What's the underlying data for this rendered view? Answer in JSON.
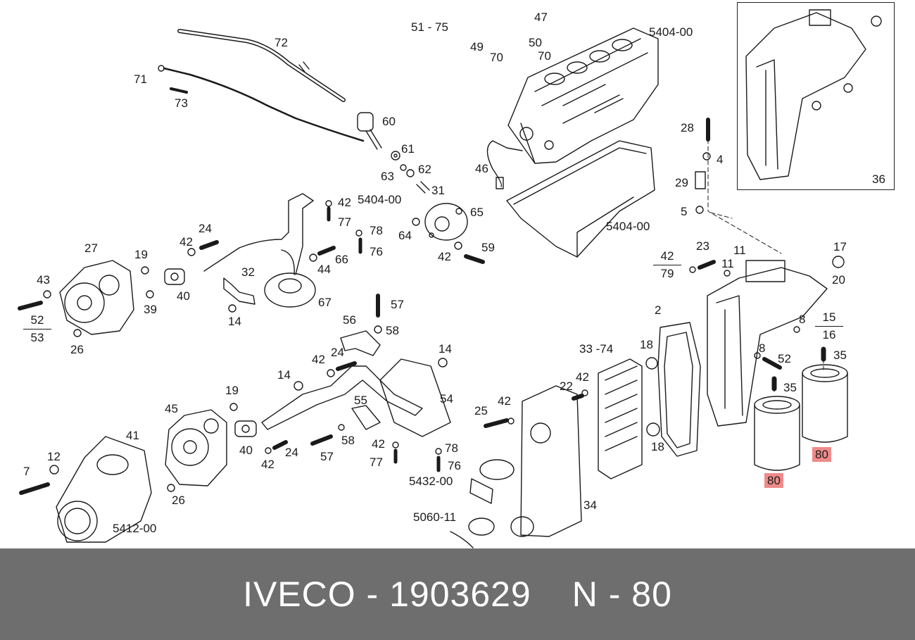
{
  "callouts": [
    {
      "id": "c1",
      "text": "51 - 75"
    },
    {
      "id": "c2",
      "text": "47"
    },
    {
      "id": "c3",
      "text": "49"
    },
    {
      "id": "c4",
      "text": "70"
    },
    {
      "id": "c5",
      "text": "50"
    },
    {
      "id": "c6",
      "text": "70"
    },
    {
      "id": "c7",
      "text": "5404-00"
    },
    {
      "id": "c8",
      "text": "72"
    },
    {
      "id": "c9",
      "text": "71"
    },
    {
      "id": "c10",
      "text": "73"
    },
    {
      "id": "c11",
      "text": "60"
    },
    {
      "id": "c12",
      "text": "61"
    },
    {
      "id": "c13",
      "text": "63"
    },
    {
      "id": "c14",
      "text": "62"
    },
    {
      "id": "c15",
      "text": "46"
    },
    {
      "id": "c16",
      "text": "31"
    },
    {
      "id": "c17",
      "text": "5404-00"
    },
    {
      "id": "c18",
      "text": "65"
    },
    {
      "id": "c19",
      "text": "64"
    },
    {
      "id": "c20",
      "text": "42"
    },
    {
      "id": "c21",
      "text": "59"
    },
    {
      "id": "c22",
      "text": "5404-00"
    },
    {
      "id": "c23",
      "text": "28"
    },
    {
      "id": "c24",
      "text": "4"
    },
    {
      "id": "c25",
      "text": "29"
    },
    {
      "id": "c26",
      "text": "5"
    },
    {
      "id": "c27",
      "text": "36"
    },
    {
      "id": "c28",
      "text": "42"
    },
    {
      "id": "c29",
      "text": "77"
    },
    {
      "id": "c30",
      "text": "78"
    },
    {
      "id": "c31",
      "text": "76"
    },
    {
      "id": "c32",
      "text": "66"
    },
    {
      "id": "c33",
      "text": "44"
    },
    {
      "id": "c34",
      "text": "24"
    },
    {
      "id": "c35",
      "text": "42"
    },
    {
      "id": "c36",
      "text": "27"
    },
    {
      "id": "c37",
      "text": "19"
    },
    {
      "id": "c38",
      "text": "43"
    },
    {
      "id": "c39",
      "text": "39"
    },
    {
      "id": "c40",
      "text": "40"
    },
    {
      "id": "c41",
      "text": "32"
    },
    {
      "id": "c42",
      "text": "14"
    },
    {
      "id": "c43",
      "text": "67"
    },
    {
      "id": "c44",
      "text": "26"
    },
    {
      "id": "c45",
      "text": "23"
    },
    {
      "id": "c46",
      "text": "11"
    },
    {
      "id": "c47",
      "text": "11"
    },
    {
      "id": "c48",
      "text": "17"
    },
    {
      "id": "c49",
      "text": "20"
    },
    {
      "id": "c50",
      "text": "2"
    },
    {
      "id": "c51",
      "text": "8"
    },
    {
      "id": "c52",
      "text": "57"
    },
    {
      "id": "c53",
      "text": "56"
    },
    {
      "id": "c54",
      "text": "58"
    },
    {
      "id": "c55",
      "text": "14"
    },
    {
      "id": "c56",
      "text": "42"
    },
    {
      "id": "c57",
      "text": "24"
    },
    {
      "id": "c58",
      "text": "14"
    },
    {
      "id": "c59",
      "text": "33 -74"
    },
    {
      "id": "c60",
      "text": "18"
    },
    {
      "id": "c61",
      "text": "8"
    },
    {
      "id": "c62",
      "text": "52"
    },
    {
      "id": "c63",
      "text": "35"
    },
    {
      "id": "c64",
      "text": "35"
    },
    {
      "id": "c65",
      "text": "42"
    },
    {
      "id": "c66",
      "text": "22"
    },
    {
      "id": "c67",
      "text": "19"
    },
    {
      "id": "c68",
      "text": "45"
    },
    {
      "id": "c69",
      "text": "41"
    },
    {
      "id": "c70",
      "text": "55"
    },
    {
      "id": "c71",
      "text": "54"
    },
    {
      "id": "c72",
      "text": "25"
    },
    {
      "id": "c73",
      "text": "42"
    },
    {
      "id": "c74",
      "text": "18"
    },
    {
      "id": "c75",
      "text": "12"
    },
    {
      "id": "c76",
      "text": "40"
    },
    {
      "id": "c77",
      "text": "42"
    },
    {
      "id": "c78",
      "text": "24"
    },
    {
      "id": "c79",
      "text": "57"
    },
    {
      "id": "c80",
      "text": "58"
    },
    {
      "id": "c81",
      "text": "42"
    },
    {
      "id": "c82",
      "text": "78"
    },
    {
      "id": "c83",
      "text": "77"
    },
    {
      "id": "c84",
      "text": "76"
    },
    {
      "id": "c85",
      "text": "7"
    },
    {
      "id": "c86",
      "text": "26"
    },
    {
      "id": "c87",
      "text": "5432-00"
    },
    {
      "id": "c88",
      "text": "5412-00"
    },
    {
      "id": "c89",
      "text": "5060-11"
    },
    {
      "id": "c90",
      "text": "34"
    }
  ],
  "fractions": [
    {
      "id": "f1",
      "num": "52",
      "den": "53"
    },
    {
      "id": "f2",
      "num": "42",
      "den": "79"
    },
    {
      "id": "f3",
      "num": "15",
      "den": "16"
    }
  ],
  "highlighted": [
    {
      "id": "h1",
      "text": "80"
    },
    {
      "id": "h2",
      "text": "80"
    }
  ],
  "highlight_color": "#ef8a8a",
  "footer": {
    "brand": "IVECO - 1903629",
    "ref": "N - 80"
  },
  "footer_color": "#6e6e6e"
}
